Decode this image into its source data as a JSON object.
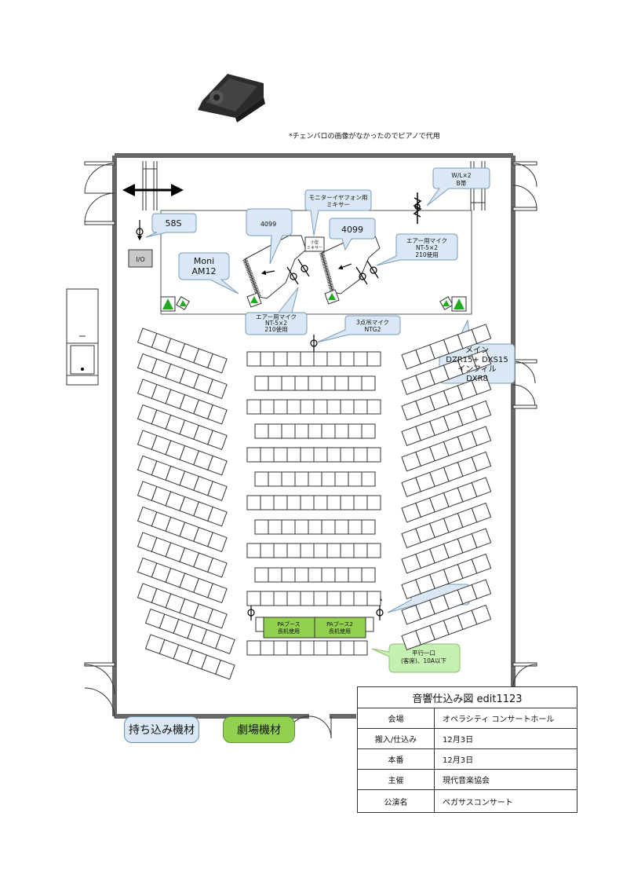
{
  "note": "*チェンバロの画像がなかったのでピアノで代用",
  "stage_labels": {
    "wl": [
      "W/L×2",
      "B帯"
    ],
    "monitor_mixer": [
      "モニターイヤフォン用",
      "ミキサー"
    ],
    "small_mixer": [
      "小型",
      "ミキサー"
    ],
    "mic_58s": "58S",
    "io": "I/O",
    "piano_left": "4099",
    "piano_right": "4099",
    "moni": [
      "Moni",
      "AM12"
    ],
    "air_mic_left": [
      "エアー用マイク",
      "NT-5×2",
      "210使用"
    ],
    "air_mic_right": [
      "エアー用マイク",
      "NT-5×2",
      "210使用"
    ],
    "hanging_mic": [
      "3点吊マイク",
      "NTG2"
    ],
    "main_speaker": [
      "メイン",
      "DZR15+ DXS15",
      "インフィル",
      "DXR8"
    ],
    "pa_booth_1": [
      "PAブース",
      "長机使用"
    ],
    "pa_booth_2": [
      "PAブース2",
      "長机使用"
    ],
    "parallel_cable": [
      "平行一口",
      "(客席)、10A以下"
    ]
  },
  "legend": {
    "brought_in": "持ち込み機材",
    "theater": "劇場機材"
  },
  "colors": {
    "bubble_blue": "#dae8f6",
    "bubble_green": "#c6efb2",
    "booth_green": "#92d050",
    "speaker_green": "#22aa22",
    "wall": "#666666"
  },
  "info_table": {
    "title": "音響仕込み図 edit1123",
    "rows": [
      {
        "key": "会場",
        "value": "オペラシティ コンサートホール"
      },
      {
        "key": "搬入/仕込み",
        "value": "12月3日"
      },
      {
        "key": "本番",
        "value": "12月3日"
      },
      {
        "key": "主催",
        "value": "現代音楽協会"
      },
      {
        "key": "公演名",
        "value": "ペガサスコンサート"
      }
    ]
  }
}
